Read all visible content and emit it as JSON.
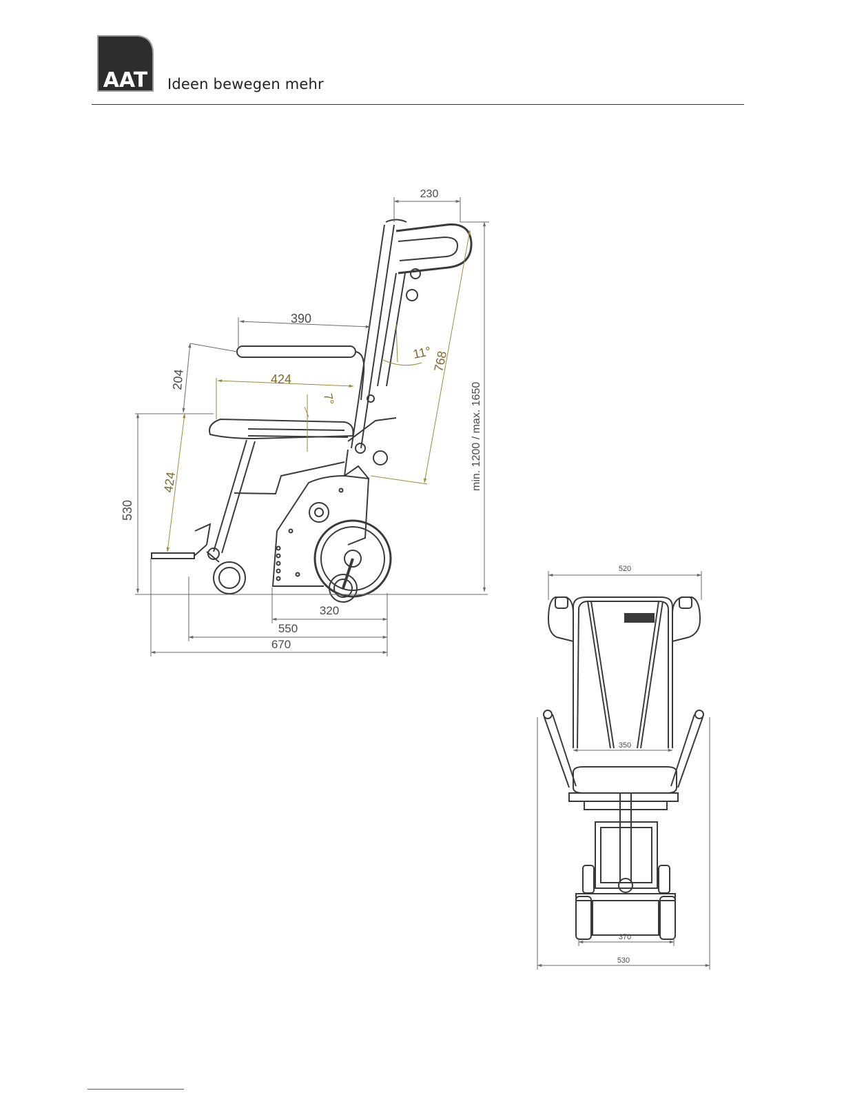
{
  "header": {
    "logo_text": "AAT",
    "tagline": "Ideen bewegen mehr"
  },
  "side_view": {
    "dim_handle_width": "230",
    "dim_armrest_length": "390",
    "dim_backrest_angle": "11°",
    "dim_backrest_length": "768",
    "dim_armrest_height": "204",
    "dim_seat_depth": "424",
    "dim_seat_angle": "7°",
    "dim_seat_front_height": "424",
    "dim_seat_height": "530",
    "dim_total_height": "min. 1200 / max. 1650",
    "dim_wheelbase": "320",
    "dim_length_550": "550",
    "dim_length_670": "670"
  },
  "front_view": {
    "dim_handle_span": "520",
    "dim_seat_width": "350",
    "dim_axle_width": "370",
    "dim_total_width": "530"
  },
  "colors": {
    "line": "#3a3a3a",
    "dim_gray": "#6a6a6a",
    "dim_gold": "#9a8a3a",
    "logo_bg": "#2d2d2d"
  }
}
